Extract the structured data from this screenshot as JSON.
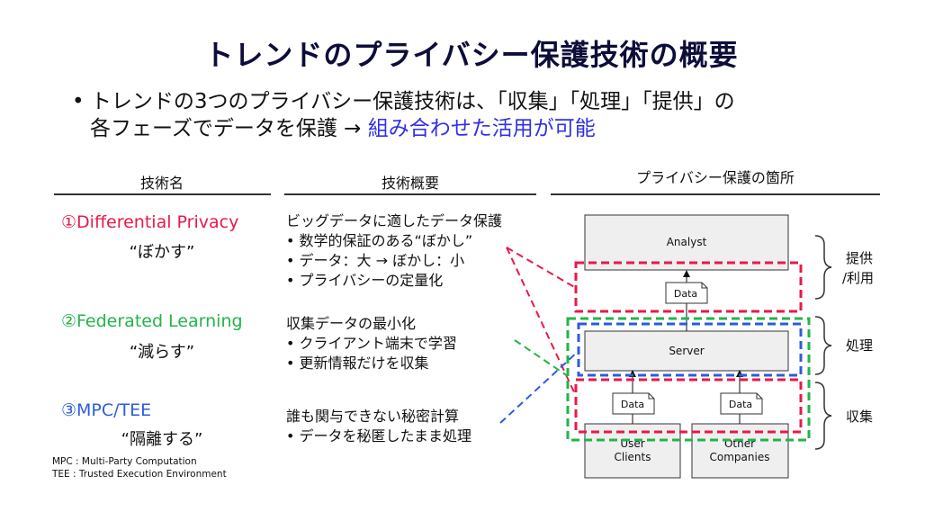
{
  "title": "トレンドのプライバシー保護技術の概要",
  "bullet": {
    "mark": "•",
    "line1": "トレンドの3つのプライバシー保護技術は、「収集」「処理」「提供」の",
    "line2_prefix": "各フェーズでデータを保護 → ",
    "line2_accent": "組み合わせた活用が可能"
  },
  "columns": {
    "name": "技術名",
    "summary": "技術概要",
    "location": "プライバシー保護の箇所"
  },
  "techniques": [
    {
      "name": "①Differential Privacy",
      "nickname": "“ぼかす”",
      "color": "#e8194a",
      "summary_title": "ビッグデータに適したデータ保護",
      "points": [
        "• 数学的保証のある“ぼかし”",
        "• データ：大 → ぼかし：小",
        "• プライバシーの定量化"
      ]
    },
    {
      "name": "②Federated Learning",
      "nickname": "“減らす”",
      "color": "#22b44a",
      "summary_title": "収集データの最小化",
      "points": [
        "• クライアント端末で学習",
        "• 更新情報だけを収集"
      ]
    },
    {
      "name": "③MPC/TEE",
      "nickname": "“隔離する”",
      "color": "#2d5be0",
      "summary_title": "誰も関与できない秘密計算",
      "points": [
        "• データを秘匿したまま処理"
      ]
    }
  ],
  "footnotes": [
    "MPC : Multi-Party Computation",
    "TEE : Trusted Execution Environment"
  ],
  "diagram": {
    "analyst": "Analyst",
    "server": "Server",
    "data_label": "Data",
    "user_clients": [
      "User",
      "Clients"
    ],
    "other_companies": [
      "Other",
      "Companies"
    ],
    "phases": {
      "provide": [
        "提供",
        "/利用"
      ],
      "process": "処理",
      "collect": "収集"
    }
  }
}
